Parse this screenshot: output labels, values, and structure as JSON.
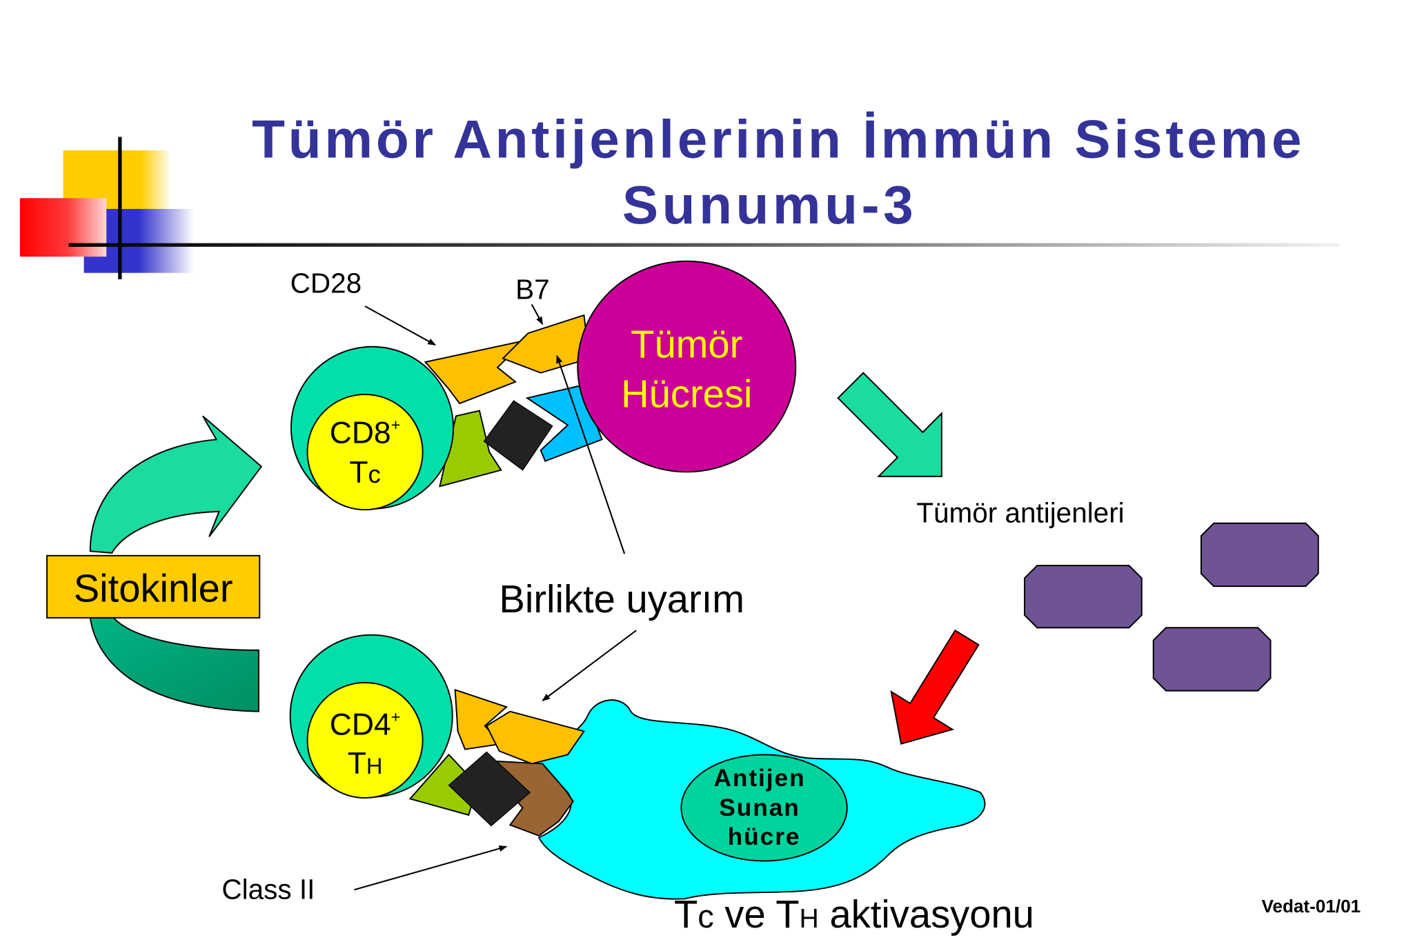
{
  "title": {
    "line1": "Tümör Antijenlerinin İmmün Sisteme",
    "line2": "Sunumu-3"
  },
  "labels": {
    "cd28": "CD28",
    "b7": "B7",
    "tumor_cell": {
      "line1": "Tümör",
      "line2": "Hücresi"
    },
    "cd8_cell": {
      "marker": "CD8",
      "marker_sup": "+",
      "type": "T",
      "type_sub": "c"
    },
    "cd4_cell": {
      "marker": "CD4",
      "marker_sup": "+",
      "type": "T",
      "type_sub": "H"
    },
    "cytokines": "Sitokinler",
    "costimulation": "Birlikte uyarım",
    "tumor_antigens": "Tümör antijenleri",
    "apc": {
      "line1": "Antijen",
      "line2": "Sunan",
      "line3": "hücre"
    },
    "class_ii": "Class II",
    "activation": {
      "t1": "T",
      "t1_sub": "c",
      "middle": " ve T",
      "t2_sub": "H",
      "end": " aktivasyonu"
    }
  },
  "footer": {
    "author_code": "Vedat-01/01"
  },
  "colors": {
    "title": "#333399",
    "t_cell_outer": "#00E0A8",
    "t_cell_inner": "#FFFF00",
    "tumor_cell": "#CC0099",
    "tumor_text": "#FFFF00",
    "receptor_orange": "#FFC000",
    "receptor_green": "#99CC00",
    "mhc_blue": "#00C0FF",
    "class_ii_brown": "#996633",
    "apc_body": "#00FFFF",
    "apc_nucleus": "#00D49C",
    "antigen_purple": "#6E5494",
    "cytokine_box": "#FFCC00",
    "arrow_red": "#FF0000",
    "arrow_green": "#00E0A8"
  }
}
